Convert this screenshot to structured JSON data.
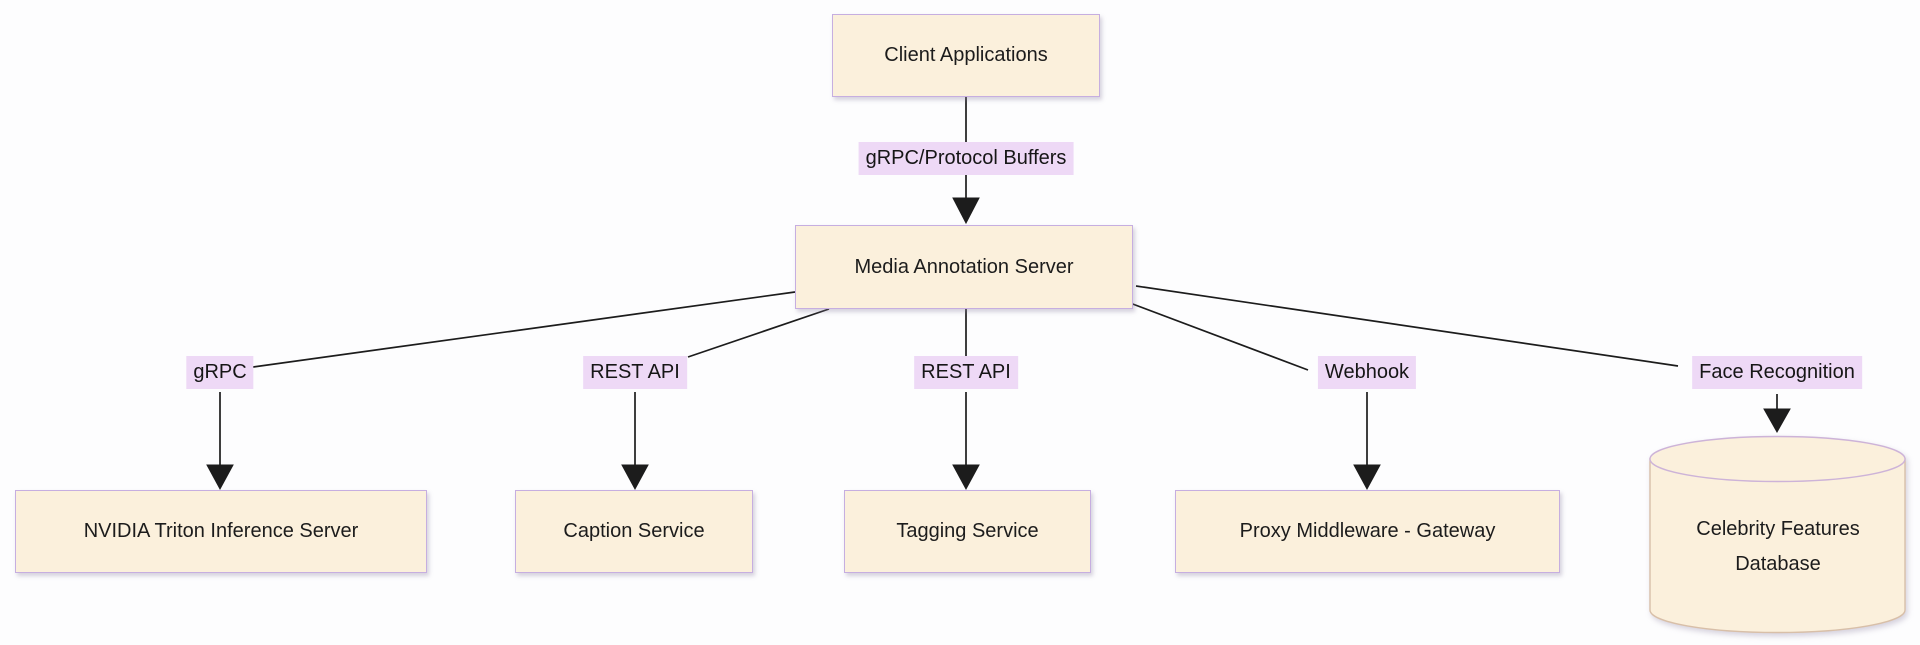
{
  "diagram": {
    "type": "flowchart",
    "colors": {
      "node_fill": "#fbf0dc",
      "node_border": "#c6aee0",
      "edge_label_bg": "#eed9f6",
      "edge_line": "#1c1c1c",
      "text": "#1c1c1c",
      "background": "#fdfdfe"
    },
    "nodes": [
      {
        "id": "client",
        "shape": "rect",
        "label": "Client Applications"
      },
      {
        "id": "media",
        "shape": "rect",
        "label": "Media Annotation Server"
      },
      {
        "id": "nvidia",
        "shape": "rect",
        "label": "NVIDIA Triton Inference Server"
      },
      {
        "id": "caption",
        "shape": "rect",
        "label": "Caption Service"
      },
      {
        "id": "tagging",
        "shape": "rect",
        "label": "Tagging Service"
      },
      {
        "id": "proxy",
        "shape": "rect",
        "label": "Proxy Middleware - Gateway"
      },
      {
        "id": "celebdb",
        "shape": "cylinder",
        "label": "Celebrity Features Database",
        "lines": [
          "Celebrity Features",
          "Database"
        ]
      }
    ],
    "edges": [
      {
        "from": "client",
        "to": "media",
        "label": "gRPC/Protocol Buffers"
      },
      {
        "from": "media",
        "to": "nvidia",
        "label": "gRPC"
      },
      {
        "from": "media",
        "to": "caption",
        "label": "REST API"
      },
      {
        "from": "media",
        "to": "tagging",
        "label": "REST API"
      },
      {
        "from": "media",
        "to": "proxy",
        "label": "Webhook"
      },
      {
        "from": "media",
        "to": "celebdb",
        "label": "Face Recognition"
      }
    ]
  }
}
